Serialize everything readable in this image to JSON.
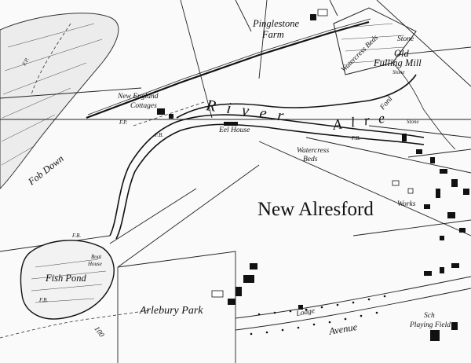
{
  "labels": {
    "pinglestone": "Pinglestone",
    "farm": "Farm",
    "watercress_beds_top": "Watercress Beds",
    "stone_top": "Stone",
    "old": "Old",
    "fulling_mill": "Fulling Mill",
    "stone_mill": "Stone",
    "new_england": "New England",
    "cottages": "Cottages",
    "fp_left": "F.P.",
    "fp_cottages": "F.P.",
    "river_word": "River",
    "alre_word": "Alre",
    "ford": "Ford",
    "stone_ford": "Stone",
    "eel_house": "Eel House",
    "fb_eel": "F.B.",
    "fb_right": "F.B.",
    "watercress_beds_mid": "Watercress",
    "beds_mid": "Beds",
    "fob_down": "Fob Down",
    "new_alresford": "New Alresford",
    "works": "Works",
    "fb_pond": "F.B.",
    "boat": "Boat",
    "house": "House",
    "fish_pond": "Fish Pond",
    "fb_lower": "F.B.",
    "arlebury_park": "Arlebury Park",
    "lodge": "Lodge",
    "avenue": "Avenue",
    "sch": "Sch",
    "playing_field": "Playing Field",
    "contour_100": "100"
  }
}
